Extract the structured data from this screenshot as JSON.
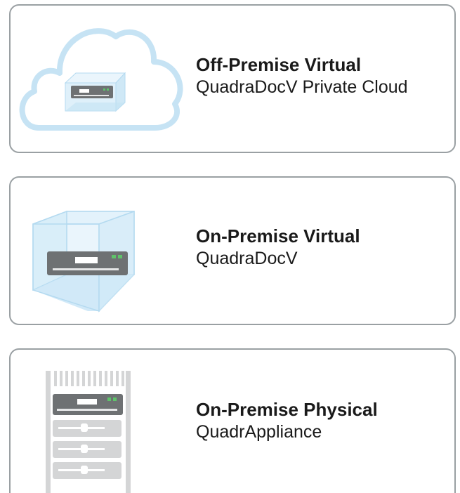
{
  "options": [
    {
      "title": "Off-Premise Virtual",
      "subtitle": "QuadraDocV Private Cloud",
      "icon": "cloud-server-icon"
    },
    {
      "title": "On-Premise Virtual",
      "subtitle": "QuadraDocV",
      "icon": "virtual-box-server-icon"
    },
    {
      "title": "On-Premise Physical",
      "subtitle": "QuadrAppliance",
      "icon": "server-rack-icon"
    }
  ],
  "colors": {
    "card_border": "#9aa0a3",
    "cloud_stroke": "#c6e3f4",
    "box_fill": "#d7edf9",
    "box_stroke": "#a9d5ee",
    "server_body": "#6e7173",
    "server_led": "#5fc36b",
    "rack_light": "#d4d5d6"
  }
}
